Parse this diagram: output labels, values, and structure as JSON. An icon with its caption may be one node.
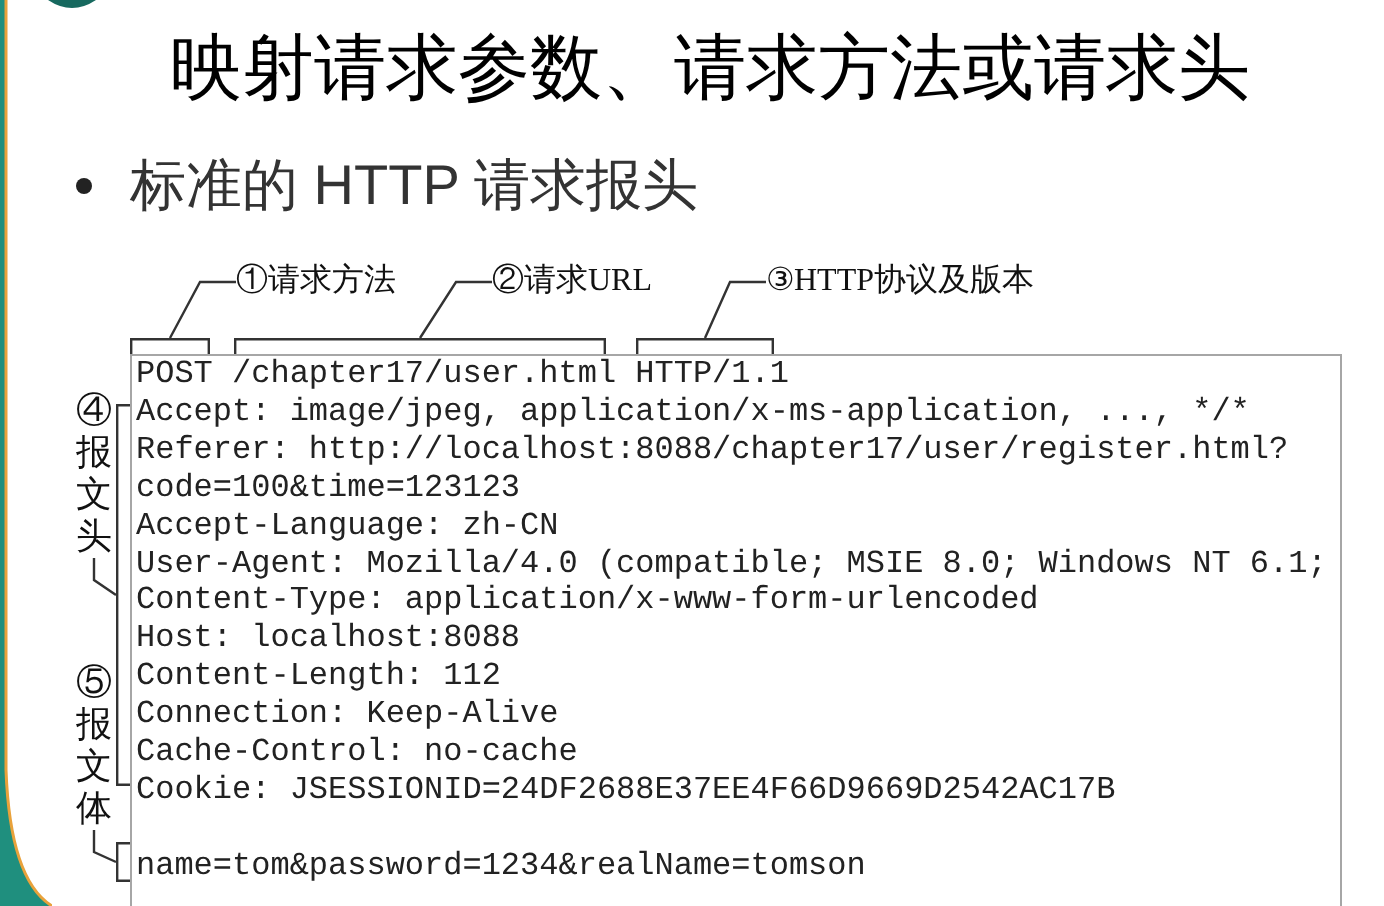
{
  "diagram": {
    "title": "映射请求参数、请求方法或请求头",
    "nodes": [
      {
        "text": [
          "①请求方法"
        ]
      },
      {
        "text": [],
        "shape": "bracket"
      },
      {
        "text": [
          "②请求URL"
        ]
      },
      {
        "text": [],
        "shape": "bracket"
      },
      {
        "text": [
          "③HTTP协议及版本"
        ]
      },
      {
        "text": [],
        "shape": "bracket"
      },
      {
        "text": [
          "POST /chapter17/user.html HTTP/1.1",
          "Accept: image/jpeg, application/x-ms-application, ..., */*",
          "Referer: http://localhost:8088/chapter17/user/register.html? code=100&time=123123",
          "Accept-Language: zh-CN",
          "User-Agent: Mozilla/4.0 (compatible; MSIE 8.0; Windows NT 6.1;",
          "Content-Type: application/x-www-form-urlencoded",
          "Host: localhost:8088",
          "Content-Length: 112",
          "Connection: Keep-Alive",
          "Cache-Control: no-cache",
          "Cookie: JSESSIONID=24DF2688E37EE4F66D9669D2542AC17B",
          "name=tom&password=1234&realName=tomson"
        ]
      },
      {
        "text": [
          "④报文头"
        ]
      },
      {
        "text": [],
        "shape": "bracket"
      },
      {
        "text": [
          "⑤报文体"
        ]
      },
      {
        "text": [],
        "shape": "bracket"
      }
    ],
    "edges": [
      {
        "from": 0,
        "to": 1,
        "arrow": "none"
      },
      {
        "from": 2,
        "to": 3,
        "arrow": "none"
      },
      {
        "from": 4,
        "to": 5,
        "arrow": "none"
      },
      {
        "from": 7,
        "to": 8,
        "arrow": "none"
      },
      {
        "from": 9,
        "to": 10,
        "arrow": "none"
      }
    ],
    "labels": [
      "标准的 HTTP 请求报头"
    ]
  }
}
